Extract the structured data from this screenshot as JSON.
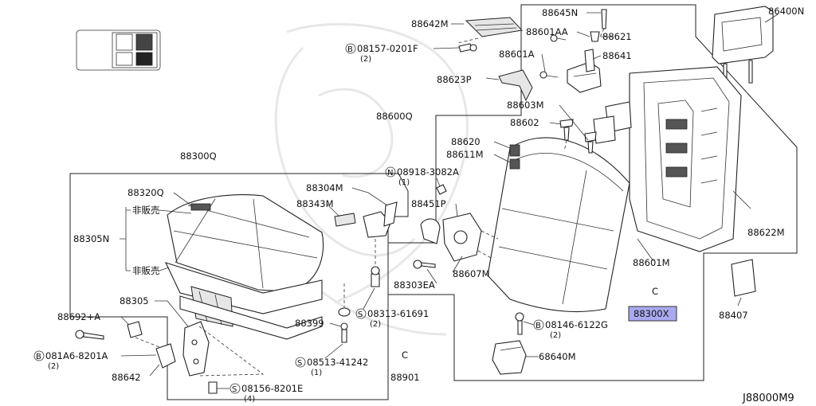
{
  "diagram": {
    "code": "J88000M9",
    "labels": {
      "p88642M": "88642M",
      "p88645N": "88645N",
      "p88400N": "86400N",
      "p88601AA": "88601AA",
      "p88621": "88621",
      "p88601A": "88601A",
      "p88641": "88641",
      "p88623P": "88623P",
      "p88600Q": "88600Q",
      "p88603M": "88603M",
      "p88602": "88602",
      "p88620": "88620",
      "p88611M": "88611M",
      "p88300Q": "88300Q",
      "p88320Q": "88320Q",
      "p88304M": "88304M",
      "p88343M": "88343M",
      "p88451P": "88451P",
      "p88305N": "88305N",
      "p88607M": "88607M",
      "p88303EA": "88303EA",
      "p88601M": "88601M",
      "p88622M": "88622M",
      "p88305": "88305",
      "p88692A": "88692+A",
      "p88399": "88399",
      "p88300X": "88300X",
      "p88407": "88407",
      "p68640M": "68640M",
      "p88642": "88642",
      "p88901": "88901"
    },
    "japanese": {
      "not_sold_1": "非販売",
      "not_sold_2": "非販売"
    },
    "fasteners": {
      "f1": {
        "mark": "B",
        "code": "08157-0201F",
        "qty": "(2)"
      },
      "f2": {
        "mark": "N",
        "code": "08918-3082A",
        "qty": "(1)"
      },
      "f3": {
        "mark": "S",
        "code": "08313-61691",
        "qty": "(2)"
      },
      "f4": {
        "mark": "S",
        "code": "08513-41242",
        "qty": "(1)"
      },
      "f5": {
        "mark": "S",
        "code": "08156-8201E",
        "qty": "(4)"
      },
      "f6": {
        "mark": "B",
        "code": "081A6-8201A",
        "qty": "(2)"
      },
      "f7": {
        "mark": "B",
        "code": "08146-6122G",
        "qty": "(2)"
      }
    },
    "marks": {
      "c1": "C",
      "c2": "C"
    },
    "colors": {
      "highlight": "#a9a9f0",
      "line": "#222222"
    }
  }
}
